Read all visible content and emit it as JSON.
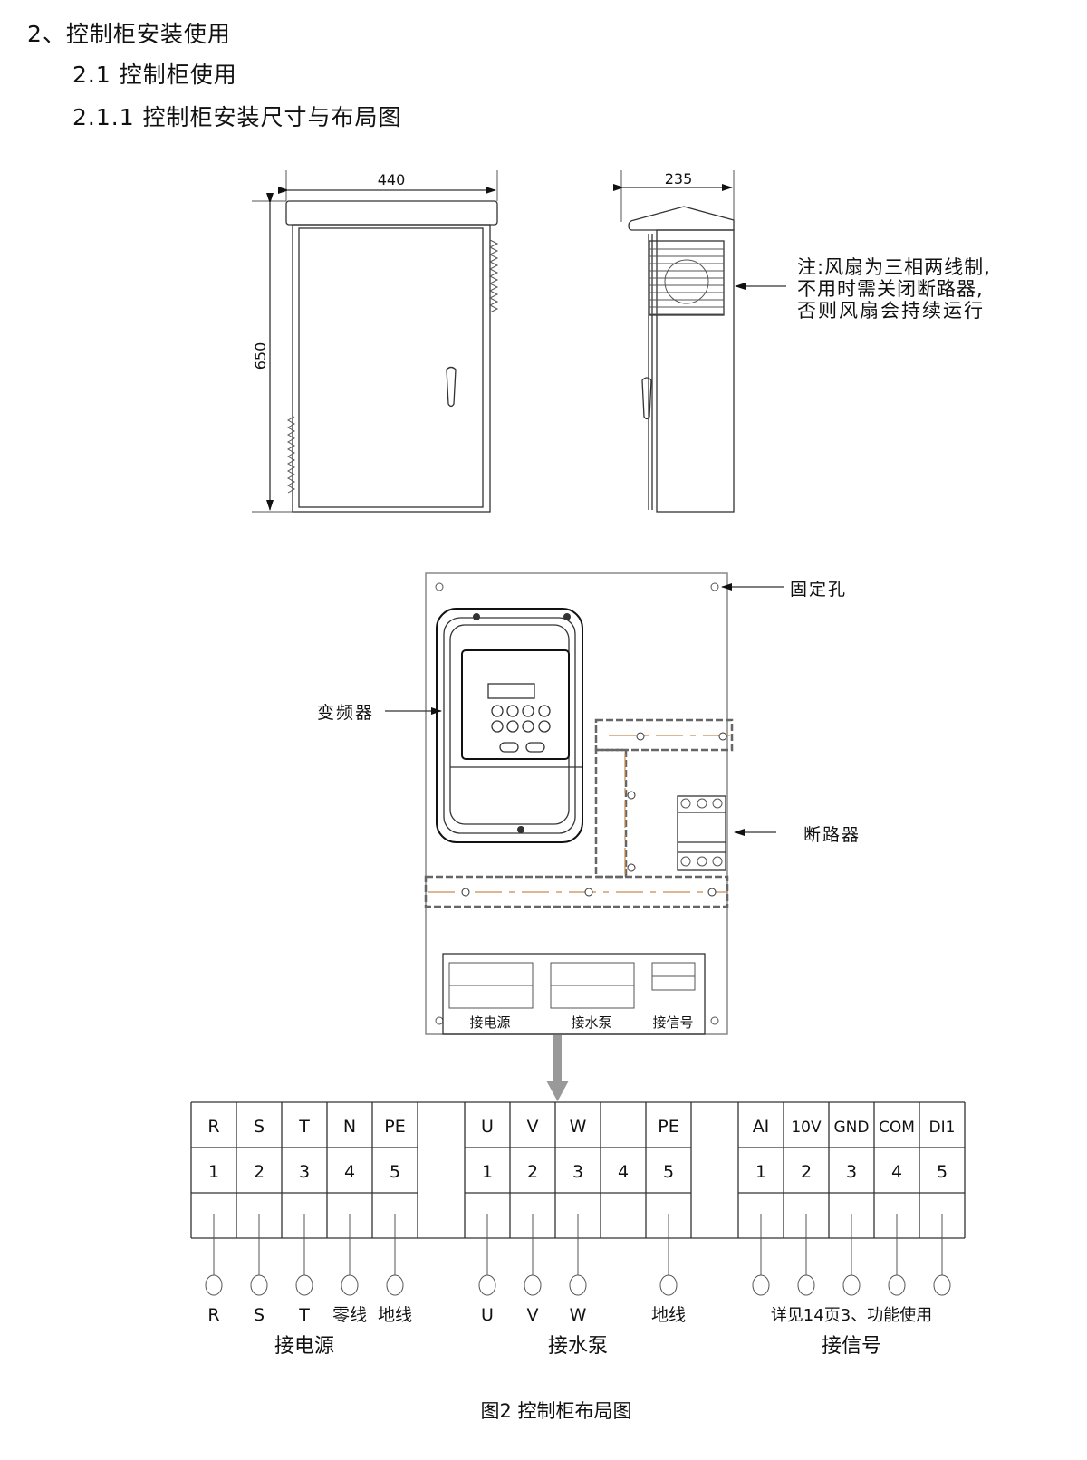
{
  "headings": {
    "h1": "2、控制柜安装使用",
    "h2": "2.1  控制柜使用",
    "h3": "2.1.1 控制柜安装尺寸与布局图"
  },
  "dimensions": {
    "front_width": "440",
    "height": "650",
    "side_depth": "235"
  },
  "fan_note": {
    "line1": "注:风扇为三相两线制,",
    "line2": "不用时需关闭断路器,",
    "line3": "否则风扇会持续运行"
  },
  "layout_labels": {
    "mounting_hole": "固定孔",
    "inverter": "变频器",
    "breaker": "断路器",
    "terminal_power": "接电源",
    "terminal_pump": "接水泵",
    "terminal_signal": "接信号"
  },
  "terminal_table": {
    "groups": [
      {
        "name": "接电源",
        "headers": [
          "R",
          "S",
          "T",
          "N",
          "PE"
        ],
        "numbers": [
          "1",
          "2",
          "3",
          "4",
          "5"
        ],
        "wire_labels": [
          "R",
          "S",
          "T",
          "零线",
          "地线"
        ]
      },
      {
        "name": "接水泵",
        "headers": [
          "U",
          "V",
          "W",
          "",
          "PE"
        ],
        "numbers": [
          "1",
          "2",
          "3",
          "4",
          "5"
        ],
        "wire_labels": [
          "U",
          "V",
          "W",
          "",
          "地线"
        ]
      },
      {
        "name": "接信号",
        "headers": [
          "AI",
          "10V",
          "GND",
          "COM",
          "DI1"
        ],
        "numbers": [
          "1",
          "2",
          "3",
          "4",
          "5"
        ],
        "note": "详见14页3、功能使用"
      }
    ]
  },
  "caption": "图2 控制柜布局图"
}
